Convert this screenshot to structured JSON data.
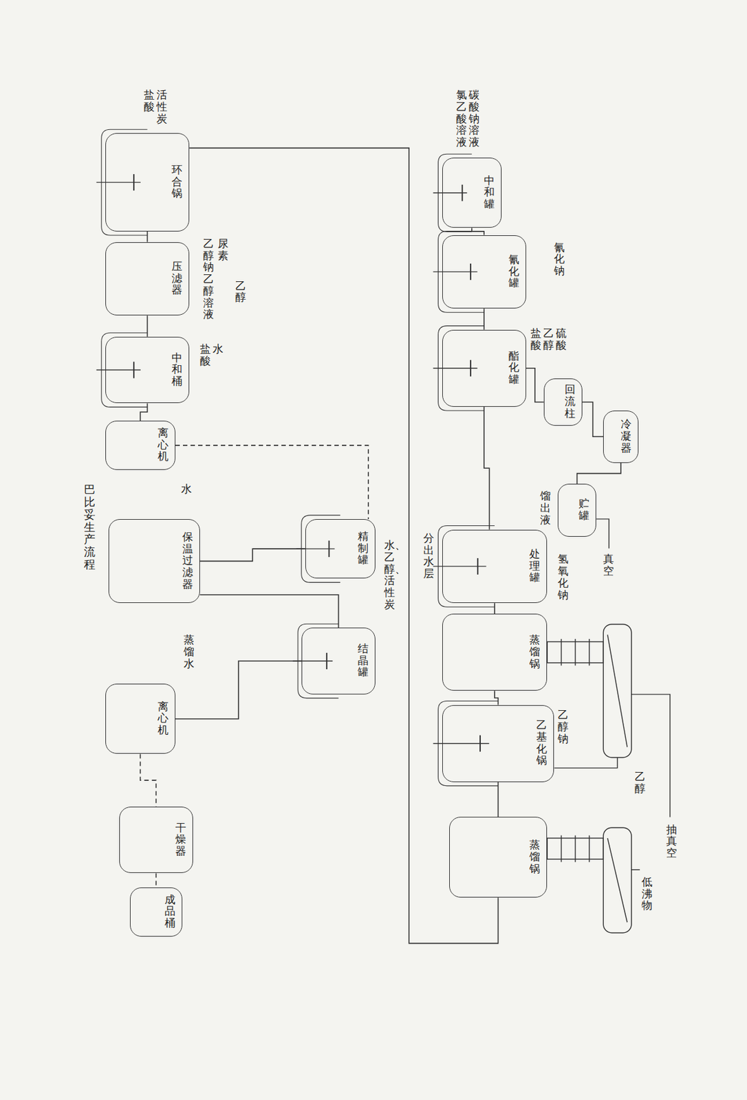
{
  "diagram": {
    "caption": "巴比妥生产流程",
    "nodes": [
      {
        "text": [
          "中和罐"
        ]
      },
      {
        "text": [
          "氰化罐"
        ]
      },
      {
        "text": [
          "酯化罐"
        ]
      },
      {
        "text": [
          "回流柱"
        ]
      },
      {
        "text": [
          "冷凝器"
        ]
      },
      {
        "text": [
          "贮罐"
        ]
      },
      {
        "text": [
          "处理罐"
        ]
      },
      {
        "text": [
          "蒸馏锅"
        ]
      },
      {
        "text": [
          "乙基化锅"
        ]
      },
      {
        "text": [
          "蒸馏锅"
        ]
      },
      {
        "text": [
          "环合锅"
        ]
      },
      {
        "text": [
          "压滤器"
        ]
      },
      {
        "text": [
          "中和桶"
        ]
      },
      {
        "text": [
          "离心机"
        ]
      },
      {
        "text": [
          "精制罐"
        ]
      },
      {
        "text": [
          "保温过滤器"
        ]
      },
      {
        "text": [
          "结晶罐"
        ]
      },
      {
        "text": [
          "离心机"
        ]
      },
      {
        "text": [
          "干燥器"
        ]
      },
      {
        "text": [
          "成品桶"
        ]
      }
    ],
    "edges": [
      {
        "from": 0,
        "to": 1,
        "arrow": "none"
      },
      {
        "from": 1,
        "to": 2,
        "arrow": "none"
      },
      {
        "from": 2,
        "to": 3,
        "arrow": "none"
      },
      {
        "from": 3,
        "to": 4,
        "arrow": "none"
      },
      {
        "from": 4,
        "to": 5,
        "arrow": "none"
      },
      {
        "from": 2,
        "to": 6,
        "arrow": "none"
      },
      {
        "from": 6,
        "to": 7,
        "arrow": "none"
      },
      {
        "from": 7,
        "to": 8,
        "arrow": "none"
      },
      {
        "from": 8,
        "to": 9,
        "arrow": "none"
      },
      {
        "from": 9,
        "to": 10,
        "arrow": "none"
      },
      {
        "from": 10,
        "to": 11,
        "arrow": "none"
      },
      {
        "from": 11,
        "to": 12,
        "arrow": "none"
      },
      {
        "from": 12,
        "to": 13,
        "arrow": "none"
      },
      {
        "from": 13,
        "to": 14,
        "arrow": "none"
      },
      {
        "from": 14,
        "to": 15,
        "arrow": "none"
      },
      {
        "from": 15,
        "to": 16,
        "arrow": "none"
      },
      {
        "from": 16,
        "to": 17,
        "arrow": "none"
      },
      {
        "from": 17,
        "to": 18,
        "arrow": "none"
      },
      {
        "from": 18,
        "to": 19,
        "arrow": "none"
      }
    ],
    "labels": [
      "氯乙酸溶液",
      "碳酸钠溶液",
      "氰化钠",
      "盐酸",
      "乙醇",
      "硫酸",
      "馏出液",
      "真空",
      "分出水层",
      "氢氧化钠",
      "抽真空",
      "乙醇钠",
      "乙醇",
      "低沸物",
      "盐酸",
      "活性炭",
      "乙醇钠乙醇溶液",
      "尿素",
      "乙醇",
      "盐酸",
      "水",
      "水",
      "水、乙醇、活性炭",
      "蒸馏水"
    ]
  }
}
